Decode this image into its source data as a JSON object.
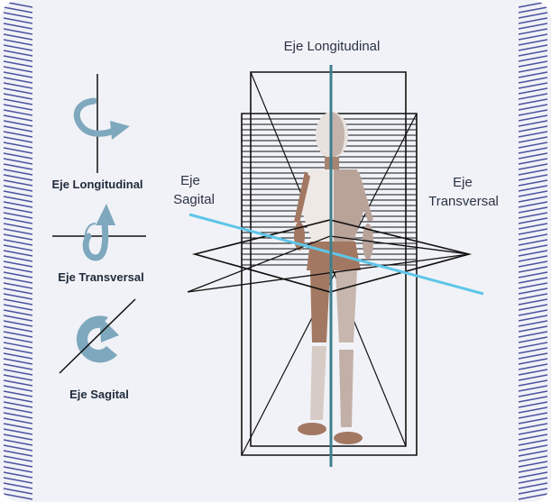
{
  "legend": {
    "longitudinal": "Eje Longitudinal",
    "transversal": "Eje Transversal",
    "sagital": "Eje Sagital"
  },
  "axes": {
    "longitudinal": "Eje Longitudinal",
    "sagital_line1": "Eje",
    "sagital_line2": "Sagital",
    "transversal_line1": "Eje",
    "transversal_line2": "Transversal"
  },
  "colors": {
    "card_bg": "#f1f2f7",
    "spring": "#4b52a0",
    "arrow_blue": "#7ea8bd",
    "sagital_axis": "#5ec6e8",
    "longitudinal_axis": "#3f7f8e",
    "plane_stroke": "#111111"
  },
  "icons": [
    "rotation-longitudinal-icon",
    "rotation-transversal-icon",
    "rotation-sagital-icon",
    "mannequin-figure"
  ]
}
